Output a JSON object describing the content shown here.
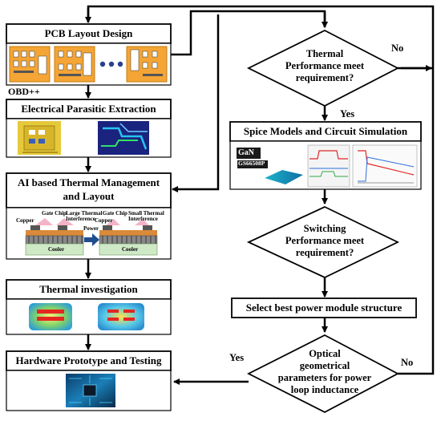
{
  "left_column": {
    "pcb_layout": {
      "title": "PCB Layout Design",
      "file_label": "OBD++"
    },
    "parasitic": {
      "title": "Electrical Parasitic Extraction"
    },
    "ai_thermal": {
      "title_line1": "AI based Thermal Management",
      "title_line2": "and Layout",
      "diagram_labels": {
        "gate_chip_a": "Gate Chip",
        "large_thermal": "Large Thermal",
        "interference": "Interference",
        "gate_chip_b": "Gate Chip",
        "small_thermal": "Small Thermal",
        "interference_b": "Interference",
        "copper_a": "Copper",
        "copper_b": "Copper",
        "power_text": "Power",
        "cooler_a": "Cooler",
        "cooler_b": "Cooler"
      }
    },
    "thermal_investigation": {
      "title": "Thermal investigation"
    },
    "hardware": {
      "title": "Hardware Prototype and Testing"
    }
  },
  "right_column": {
    "decision_thermal": {
      "line1": "Thermal",
      "line2": "Performance meet",
      "line3": "requirement?"
    },
    "spice": {
      "title": "Spice Models and Circuit Simulation",
      "chip_brand": "GaN",
      "chip_part": "GS66508P"
    },
    "decision_switching": {
      "line1": "Switching",
      "line2": "Performance meet",
      "line3": "requirement?"
    },
    "select": {
      "title": "Select best power module structure"
    },
    "decision_optical": {
      "line1": "Optical",
      "line2": "geometrical",
      "line3": "parameters for power",
      "line4": "loop inductance"
    }
  },
  "edge_labels": {
    "thermal_no": "No",
    "thermal_yes": "Yes",
    "optical_yes": "Yes",
    "optical_no": "No"
  },
  "colors": {
    "pcb_orange": "#f4a535",
    "board_blue": "#1a237e",
    "board_yellow": "#e5c93a",
    "hot_red": "#e52620",
    "cooler_green": "#cfe8c6",
    "line": "#000000"
  }
}
